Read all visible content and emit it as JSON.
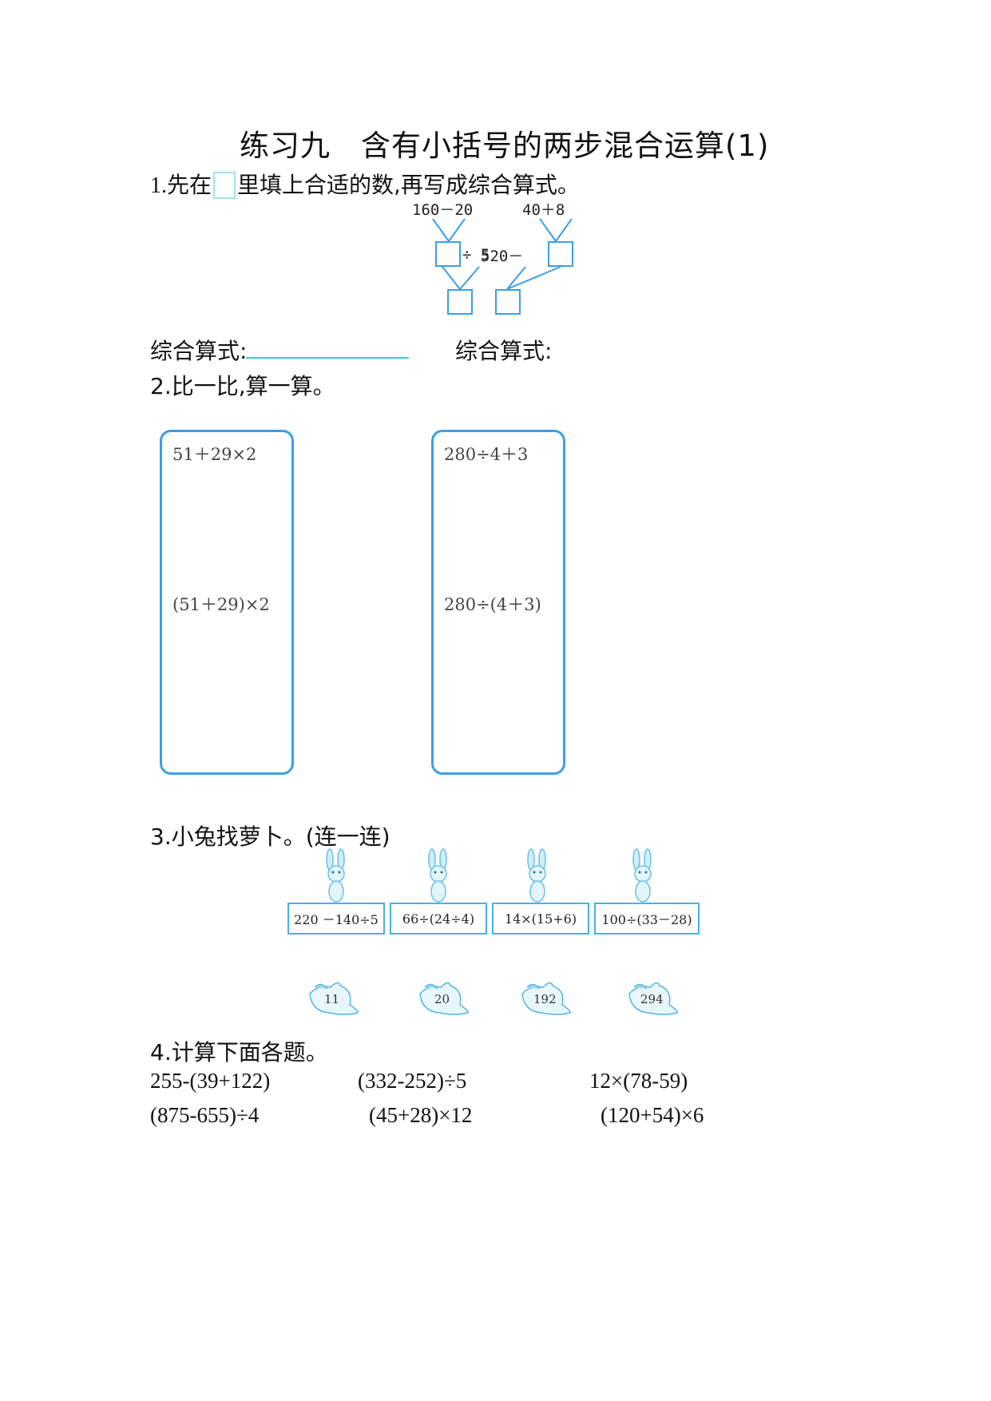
{
  "title": "练习九　含有小括号的两步混合运算(1)",
  "q1": {
    "label_pre": "1.先在",
    "label_post": "里填上合适的数,再写成综合算式。",
    "top_left": "160－20",
    "top_right": "40＋8",
    "middle_op": "÷ 5",
    "middle_left_num": "520－",
    "combined_label_1": "综合算式:",
    "combined_label_2": "综合算式:"
  },
  "q2": {
    "label": "2.比一比,算一算。",
    "box1": {
      "expr1": "51＋29×2",
      "expr2": "(51＋29)×2"
    },
    "box2": {
      "expr1": "280÷4＋3",
      "expr2": "280÷(4＋3)"
    }
  },
  "q3": {
    "label": "3.小兔找萝卜。(连一连)",
    "equations": [
      "220 －140÷5",
      "66÷(24÷4)",
      "14×(15+6)",
      "100÷(33－28)"
    ],
    "carrots": [
      "11",
      "20",
      "192",
      "294"
    ]
  },
  "q4": {
    "label": "4.计算下面各题。",
    "problems": [
      "255-(39+122)",
      "(332-252)÷5",
      "12×(78-59)",
      "(875-655)÷4",
      "(45+28)×12",
      "(120+54)×6"
    ]
  },
  "colors": {
    "accent": "#3aa0e6",
    "line": "#3ec7d8",
    "bunny": "#8fd0f0"
  },
  "icons": [
    "bunny-icon",
    "carrot-icon"
  ]
}
